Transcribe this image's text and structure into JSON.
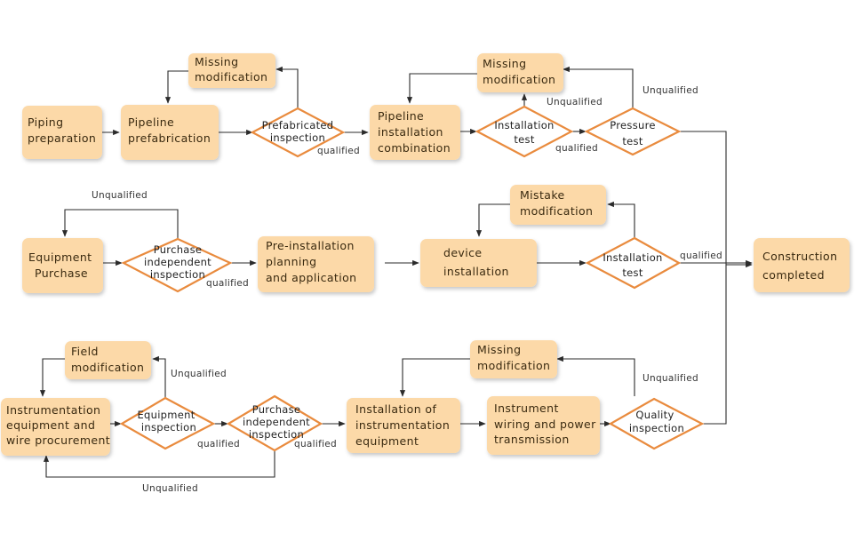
{
  "nodes": {
    "piping_preparation": [
      "Piping",
      "preparation"
    ],
    "pipeline_prefabrication": [
      "Pipeline",
      "prefabrication"
    ],
    "missing_modification_1": [
      "Missing",
      "modification"
    ],
    "prefabricated_inspection": [
      "Prefabricated",
      "inspection"
    ],
    "pipeline_installation_combination": [
      "Pipeline",
      "installation",
      "combination"
    ],
    "installation_test_1": [
      "Installation",
      "test"
    ],
    "missing_modification_2": [
      "Missing",
      "modification"
    ],
    "pressure_test": [
      "Pressure",
      "test"
    ],
    "equipment_purchase": [
      "Equipment",
      "Purchase"
    ],
    "purchase_independent_inspection_1": [
      "Purchase",
      "independent",
      "inspection"
    ],
    "pre_installation_planning": [
      "Pre-installation",
      "planning",
      "and application"
    ],
    "device_installation": [
      "device",
      "installation"
    ],
    "mistake_modification": [
      "Mistake",
      "modification"
    ],
    "installation_test_2": [
      "Installation",
      "test"
    ],
    "construction_completed": [
      "Construction",
      "completed"
    ],
    "field_modification": [
      "Field",
      "modification"
    ],
    "instrumentation_procurement": [
      "Instrumentation",
      "equipment and",
      "wire procurement"
    ],
    "equipment_inspection": [
      "Equipment",
      "inspection"
    ],
    "purchase_independent_inspection_2": [
      "Purchase",
      "independent",
      "inspection"
    ],
    "installation_instrumentation_equipment": [
      "Installation of",
      "instrumentation",
      "equipment"
    ],
    "instrument_wiring": [
      "Instrument",
      "wiring and power",
      "transmission"
    ],
    "missing_modification_3": [
      "Missing",
      "modification"
    ],
    "quality_inspection": [
      "Quality",
      "inspection"
    ]
  },
  "edge_labels": {
    "qualified_prefab": "qualified",
    "unqualified_install1": "Unqualified",
    "qualified_install1": "qualified",
    "unqualified_pressure": "Unqualified",
    "unqualified_purchase1": "Unqualified",
    "qualified_purchase1": "qualified",
    "qualified_install2": "qualified",
    "unqualified_field": "Unqualified",
    "qualified_equipment": "qualified",
    "qualified_purchase2": "qualified",
    "unqualified_purchase2": "Unqualified",
    "unqualified_quality": "Unqualified"
  },
  "colors": {
    "box_fill": "#fcd9a8",
    "diamond_stroke": "#e98b3e",
    "edge": "#2b2b2b"
  }
}
